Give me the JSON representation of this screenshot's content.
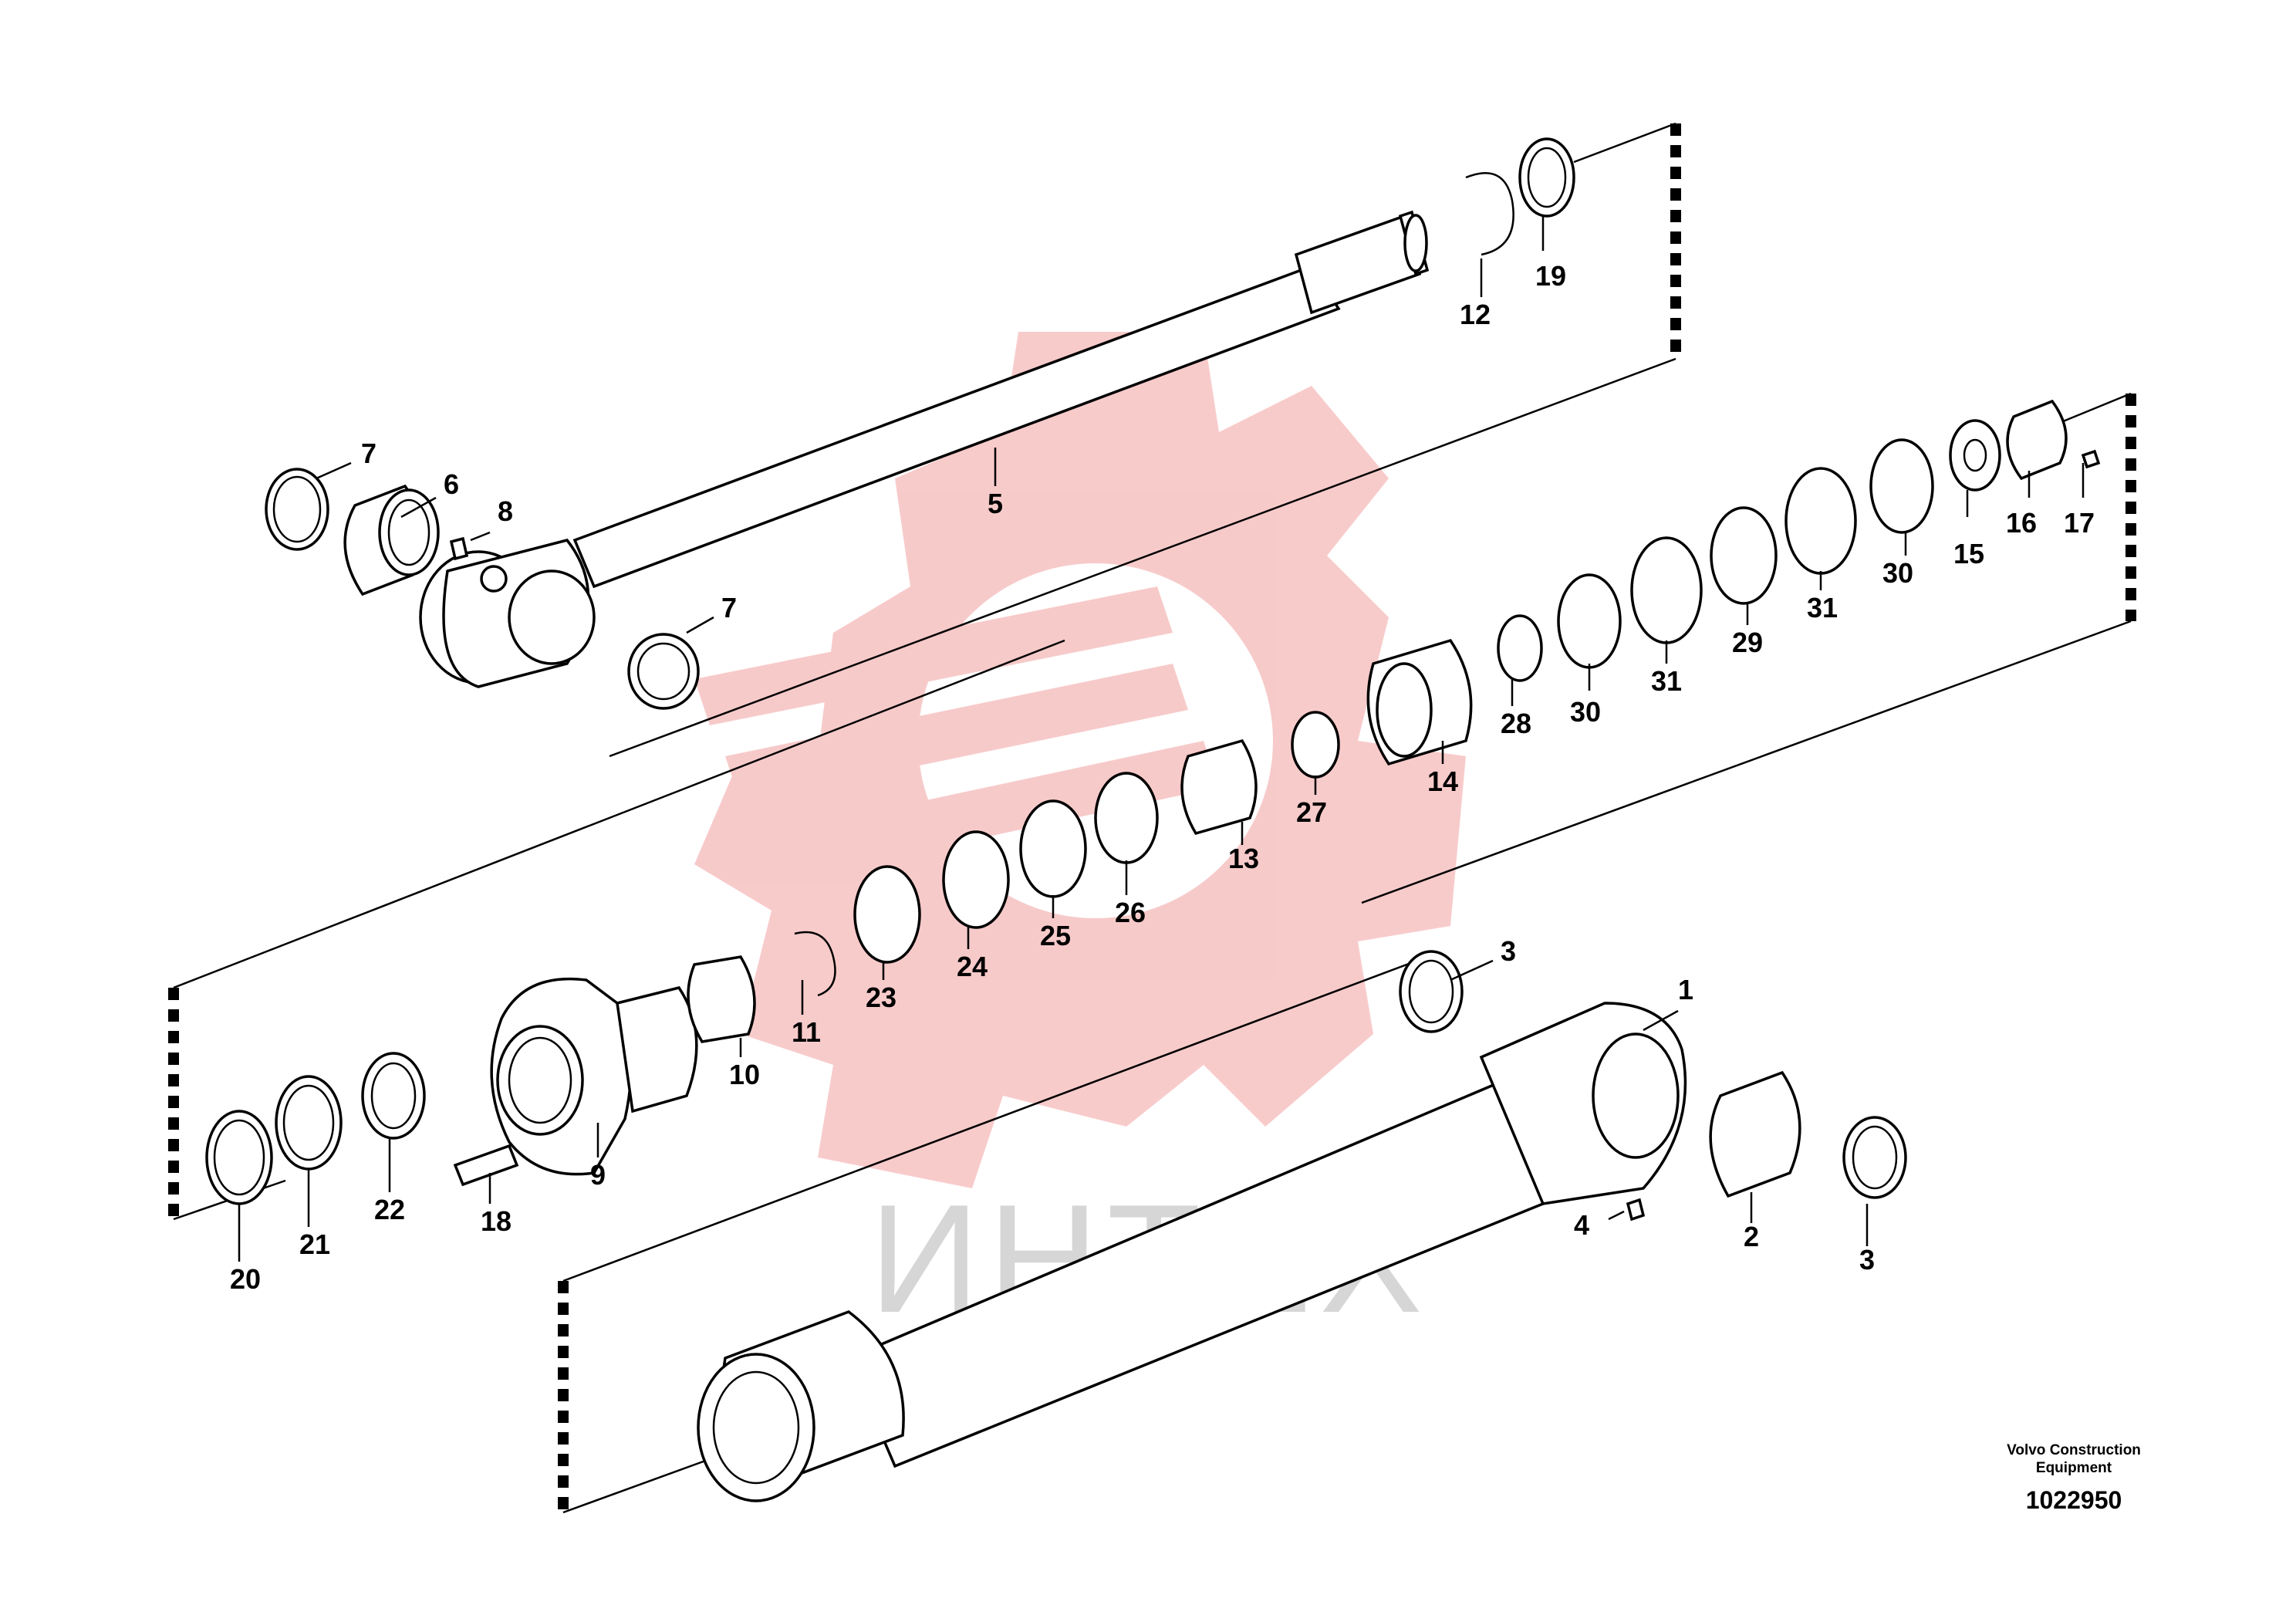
{
  "watermark": {
    "text": "ИНТЕХ",
    "gear_color": "#f2a0a0",
    "text_color": "#d6d6d6"
  },
  "credit": {
    "line1": "Volvo Construction",
    "line2": "Equipment",
    "ref": "1022950"
  },
  "labels": {
    "p1": "1",
    "p2": "2",
    "p3a": "3",
    "p3b": "3",
    "p4": "4",
    "p5": "5",
    "p6": "6",
    "p7a": "7",
    "p7b": "7",
    "p8": "8",
    "p9": "9",
    "p10": "10",
    "p11": "11",
    "p12": "12",
    "p13": "13",
    "p14": "14",
    "p15": "15",
    "p16": "16",
    "p17": "17",
    "p18": "18",
    "p19": "19",
    "p20": "20",
    "p21": "21",
    "p22": "22",
    "p23": "23",
    "p24": "24",
    "p25": "25",
    "p26": "26",
    "p27": "27",
    "p28": "28",
    "p29": "29",
    "p30a": "30",
    "p30b": "30",
    "p31a": "31",
    "p31b": "31"
  }
}
